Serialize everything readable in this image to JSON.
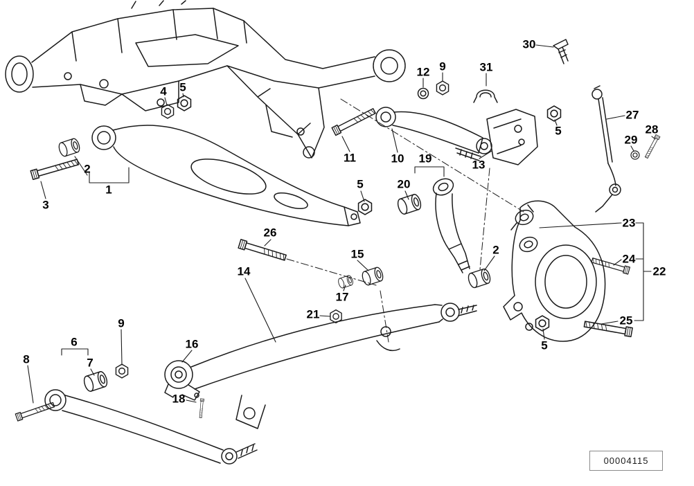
{
  "diagram": {
    "id_code": "00004115",
    "colors": {
      "line": "#1a1a1a",
      "background": "#ffffff"
    },
    "labels": [
      {
        "part": "30"
      },
      {
        "part": "12"
      },
      {
        "part": "9"
      },
      {
        "part": "31"
      },
      {
        "part": "4"
      },
      {
        "part": "5"
      },
      {
        "part": "27"
      },
      {
        "part": "28"
      },
      {
        "part": "29"
      },
      {
        "part": "5"
      },
      {
        "part": "11"
      },
      {
        "part": "10"
      },
      {
        "part": "19"
      },
      {
        "part": "13"
      },
      {
        "part": "2"
      },
      {
        "part": "1"
      },
      {
        "part": "3"
      },
      {
        "part": "5"
      },
      {
        "part": "20"
      },
      {
        "part": "26"
      },
      {
        "part": "23"
      },
      {
        "part": "24"
      },
      {
        "part": "22"
      },
      {
        "part": "15"
      },
      {
        "part": "14"
      },
      {
        "part": "2"
      },
      {
        "part": "17"
      },
      {
        "part": "21"
      },
      {
        "part": "25"
      },
      {
        "part": "5"
      },
      {
        "part": "16"
      },
      {
        "part": "9"
      },
      {
        "part": "6"
      },
      {
        "part": "7"
      },
      {
        "part": "8"
      },
      {
        "part": "18"
      }
    ]
  }
}
